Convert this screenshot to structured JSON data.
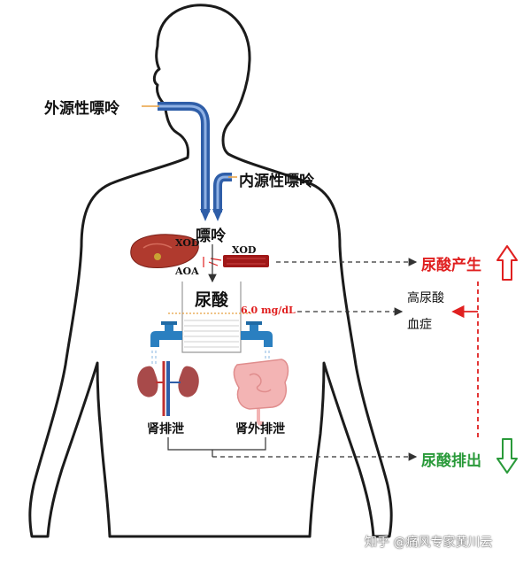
{
  "labels": {
    "exogenous_purine": "外源性嘌呤",
    "endogenous_purine": "内源性嘌呤",
    "purine": "嘌呤",
    "xod_left": "XOD",
    "xod_right": "XOD",
    "aoa": "AOA",
    "uric_acid": "尿酸",
    "threshold": "6.0 mg/dL",
    "renal_excretion": "肾排泄",
    "extrarenal_excretion": "肾外排泄",
    "production": "尿酸产生",
    "hyperuricemia_line1": "高尿酸",
    "hyperuricemia_line2": "血症",
    "excretion": "尿酸排出"
  },
  "watermark": "知乎 @痛风专家黄川云",
  "colors": {
    "red": "#e02020",
    "green": "#2a9a3a",
    "blue_pipe": "#3d6bb3",
    "liver": "#b03a2e",
    "muscle": "#a01818",
    "faucet": "#2a7fc0"
  },
  "icons": {
    "up_arrow": "up-arrow-icon",
    "down_arrow": "down-arrow-icon",
    "liver": "liver-icon",
    "kidney": "kidney-icon",
    "intestine": "intestine-icon",
    "faucet": "faucet-icon"
  }
}
